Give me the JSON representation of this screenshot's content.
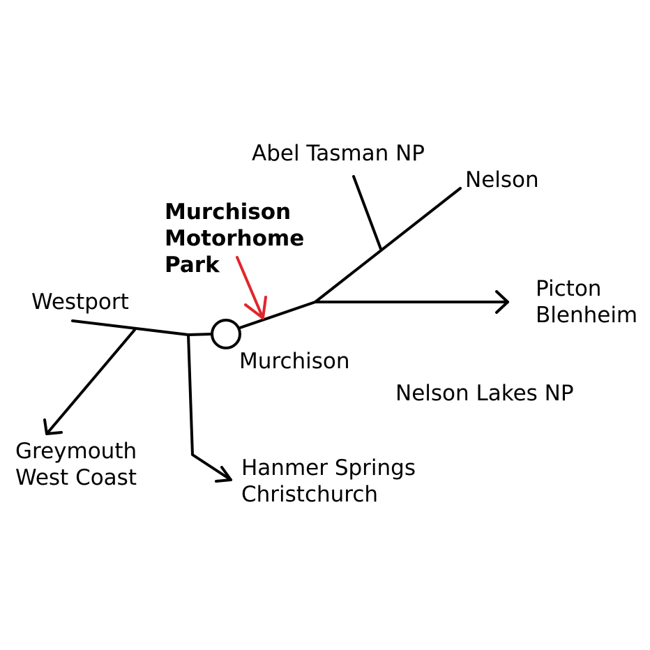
{
  "colors": {
    "roads": "#000000",
    "pointer_arrow": "#e0262b",
    "background": "#ffffff"
  },
  "labels": {
    "abel_tasman": "Abel Tasman NP",
    "nelson": "Nelson",
    "park": [
      "Murchison",
      "Motorhome",
      "Park"
    ],
    "westport": "Westport",
    "picton_blenheim": [
      "Picton",
      "Blenheim"
    ],
    "murchison": "Murchison",
    "nelson_lakes": "Nelson Lakes NP",
    "greymouth_westcoast": [
      "Greymouth",
      "West Coast"
    ],
    "hanmer_christchurch": [
      "Hanmer Springs",
      "Christchurch"
    ]
  }
}
